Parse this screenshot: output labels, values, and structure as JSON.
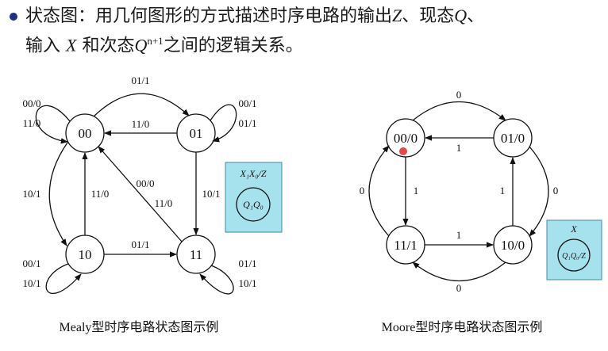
{
  "heading": {
    "part1": "状态图：用几何图形的方式描述时序电路的输出",
    "Z": "Z",
    "sep1": "、现态",
    "Q": "Q",
    "sep2": "、",
    "part2": "输入 ",
    "X": "X",
    "part3": " 和次态",
    "Qn": "Q",
    "sup": "n+1",
    "part4": "之间的逻辑关系。"
  },
  "mealy": {
    "caption": "Mealy型时序电路状态图示例",
    "states": [
      "00",
      "01",
      "10",
      "11"
    ],
    "edges": {
      "s00_s01": "01/1",
      "s01_s00": "11/0",
      "s00_loop_a": "00/0",
      "s00_loop_b": "11/0",
      "s01_loop_a": "00/1",
      "s01_loop_b": "01/1",
      "s00_s10": "10/1",
      "s10_s00": "11/0",
      "s01_s11": "10/1",
      "s00_s11": "00/0",
      "s11_s00": "11/0",
      "s10_s11": "01/1",
      "s10_loop_a": "00/1",
      "s10_loop_b": "10/1",
      "s11_loop_a": "01/1",
      "s11_loop_b": "10/1"
    },
    "legend": {
      "top": "X₁X₀/Z",
      "circle": "Q₁Q₀"
    }
  },
  "moore": {
    "caption": "Moore型时序电路状态图示例",
    "states": [
      "00/0",
      "01/0",
      "11/1",
      "10/0"
    ],
    "edges": {
      "s00_s01": "0",
      "s01_s00": "1",
      "s00_s11": "1",
      "s11_s00": "0",
      "s01_s10": "0",
      "s10_s01": "1",
      "s11_s10": "1",
      "s10_s11": "0"
    },
    "legend": {
      "top": "X",
      "circle": "Q₁Q₀/Z"
    }
  },
  "colors": {
    "bullet": "#1f2f86",
    "legend_bg": "#a5e2ee",
    "legend_border": "#3e8aa3",
    "pointer": "#e0242b"
  }
}
